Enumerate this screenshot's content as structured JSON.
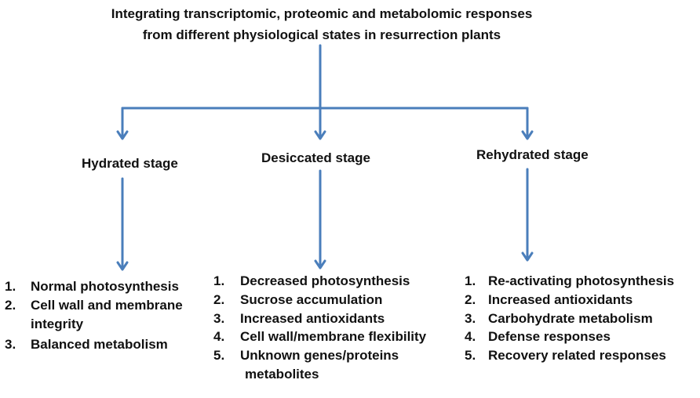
{
  "title": {
    "line1": "Integrating transcriptomic, proteomic and metabolomic responses",
    "line2": "from different physiological states in resurrection plants"
  },
  "colors": {
    "arrow": "#4A7EBB",
    "text": "#111111"
  },
  "stages": [
    {
      "label": "Hydrated stage",
      "items": [
        {
          "num": "1.",
          "text": "Normal photosynthesis"
        },
        {
          "num": "2.",
          "text": "Cell wall and membrane",
          "cont": "integrity"
        },
        {
          "num": "3.",
          "text": "Balanced metabolism"
        }
      ]
    },
    {
      "label": "Desiccated stage",
      "items": [
        {
          "num": "1.",
          "text": "Decreased photosynthesis"
        },
        {
          "num": "2.",
          "text": "Sucrose accumulation"
        },
        {
          "num": "3.",
          "text": "Increased antioxidants"
        },
        {
          "num": "4.",
          "text": "Cell wall/membrane flexibility"
        },
        {
          "num": "5.",
          "text": "Unknown genes/proteins",
          "cont": "metabolites"
        }
      ]
    },
    {
      "label": "Rehydrated stage",
      "items": [
        {
          "num": "1.",
          "text": "Re-activating photosynthesis"
        },
        {
          "num": "2.",
          "text": "Increased antioxidants"
        },
        {
          "num": "3.",
          "text": "Carbohydrate metabolism"
        },
        {
          "num": "4.",
          "text": "Defense responses"
        },
        {
          "num": "5.",
          "text": "Recovery related responses"
        }
      ]
    }
  ]
}
